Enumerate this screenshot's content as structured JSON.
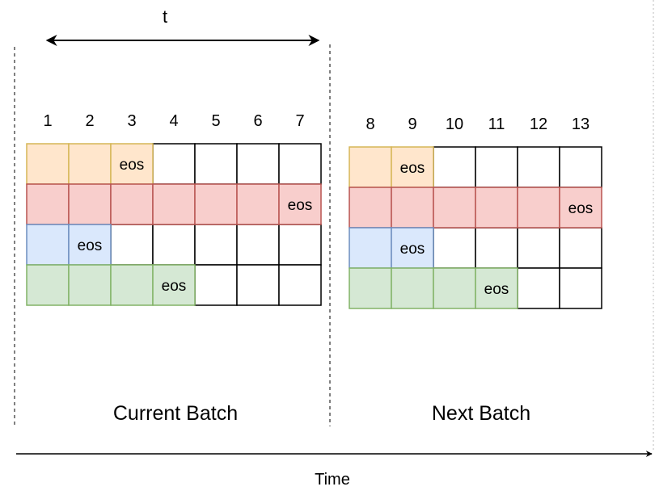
{
  "duration_label": "t",
  "time_label": "Time",
  "colors": {
    "orange_fill": "#ffe6cc",
    "orange_stroke": "#d6b656",
    "red_fill": "#f8cecc",
    "red_stroke": "#b85450",
    "blue_fill": "#dae8fc",
    "blue_stroke": "#6c8ebf",
    "green_fill": "#d5e8d4",
    "green_stroke": "#82b366",
    "empty_fill": "#ffffff",
    "empty_stroke": "#000000"
  },
  "batches": [
    {
      "label": "Current Batch",
      "steps": [
        "1",
        "2",
        "3",
        "4",
        "5",
        "6",
        "7"
      ],
      "eos_label": "eos",
      "rows": [
        {
          "color": "orange",
          "filled": 3
        },
        {
          "color": "red",
          "filled": 7
        },
        {
          "color": "blue",
          "filled": 2
        },
        {
          "color": "green",
          "filled": 4
        }
      ]
    },
    {
      "label": "Next Batch",
      "steps": [
        "8",
        "9",
        "10",
        "11",
        "12",
        "13"
      ],
      "eos_label": "eos",
      "rows": [
        {
          "color": "orange",
          "filled": 2
        },
        {
          "color": "red",
          "filled": 6
        },
        {
          "color": "blue",
          "filled": 2
        },
        {
          "color": "green",
          "filled": 4
        }
      ]
    }
  ]
}
